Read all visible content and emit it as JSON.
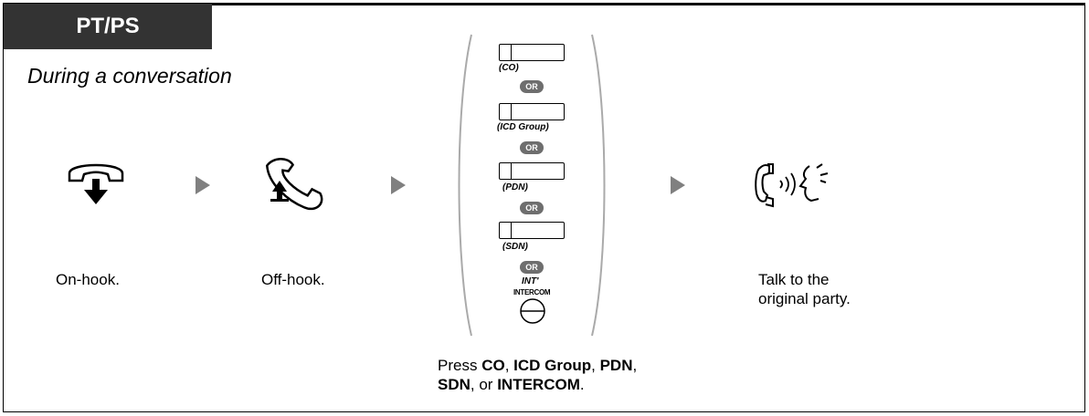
{
  "header": {
    "tag": "PT/PS",
    "subtitle": "During a conversation"
  },
  "steps": [
    {
      "icon": "on-hook-icon",
      "label": "On-hook."
    },
    {
      "icon": "off-hook-icon",
      "label": "Off-hook."
    },
    {
      "icon": "talk-icon",
      "label_line1": "Talk to the",
      "label_line2": "original party."
    }
  ],
  "keys": {
    "co": "(CO)",
    "icd": "(ICD Group)",
    "pdn": "(PDN)",
    "sdn": "(SDN)",
    "or": "OR",
    "int": "INT'",
    "intercom": "INTERCOM"
  },
  "instruction": {
    "press": "Press ",
    "co": "CO",
    "sep1": ", ",
    "icd": "ICD Group",
    "sep2": ", ",
    "pdn": "PDN",
    "sep3": ",",
    "sdn": "SDN",
    "sep4": ", or ",
    "intercom": "INTERCOM",
    "end": "."
  }
}
